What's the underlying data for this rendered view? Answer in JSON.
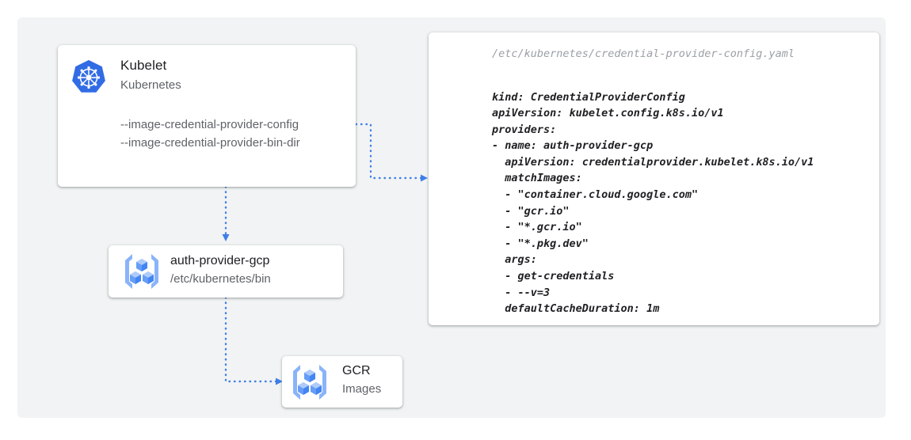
{
  "canvas": {
    "background": "#f1f3f4",
    "page_background": "#ffffff"
  },
  "colors": {
    "accent_blue": "#3f7ee8",
    "k8s_blue": "#326ce5",
    "icon_blue_dark": "#4285f4",
    "icon_blue_light": "#8ab4f8",
    "text_primary": "#202124",
    "text_secondary": "#5f6368",
    "text_muted": "#9aa0a6"
  },
  "nodes": {
    "kubelet": {
      "icon": "kubernetes-icon",
      "title": "Kubelet",
      "subtitle": "Kubernetes",
      "flags": [
        "--image-credential-provider-config",
        "--image-credential-provider-bin-dir"
      ]
    },
    "auth_provider": {
      "icon": "container-registry-icon",
      "title": "auth-provider-gcp",
      "subtitle": "/etc/kubernetes/bin"
    },
    "gcr": {
      "icon": "container-registry-icon",
      "title": "GCR",
      "subtitle": "Images"
    }
  },
  "code_panel": {
    "path": "/etc/kubernetes/credential-provider-config.yaml",
    "yaml": "kind: CredentialProviderConfig\napiVersion: kubelet.config.k8s.io/v1\nproviders:\n- name: auth-provider-gcp\n  apiVersion: credentialprovider.kubelet.k8s.io/v1\n  matchImages:\n  - \"container.cloud.google.com\"\n  - \"gcr.io\"\n  - \"*.gcr.io\"\n  - \"*.pkg.dev\"\n  args:\n  - get-credentials\n  - --v=3\n  defaultCacheDuration: 1m"
  },
  "connectors": [
    {
      "name": "kubelet-to-config",
      "style": "dotted",
      "arrow": true
    },
    {
      "name": "kubelet-to-auth-provider",
      "style": "dotted",
      "arrow": true
    },
    {
      "name": "auth-provider-to-gcr",
      "style": "dotted",
      "arrow": true
    }
  ]
}
